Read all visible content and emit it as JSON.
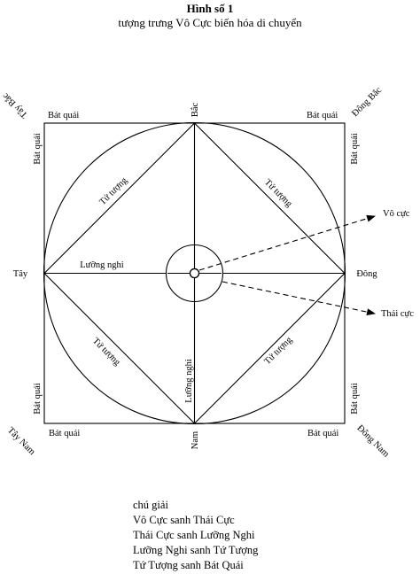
{
  "figure": {
    "title": "Hình số 1",
    "subtitle": "tượng trưng Vô Cực biến hóa di chuyển"
  },
  "diagram": {
    "directions": {
      "north": "Bắc",
      "south": "Nam",
      "east": "Đông",
      "west": "Tây",
      "northwest": "Tây Bắc",
      "northeast": "Đông Bắc",
      "southwest": "Tây Nam",
      "southeast": "Đông Nam"
    },
    "bat_quai": "Bát quái",
    "tu_tuong": "Tứ tượng",
    "luong_nghi": "Lưỡng nghi",
    "vo_cuc": "Vô cực",
    "thai_cuc": "Thái cực"
  },
  "legend": {
    "heading": "chú giải",
    "lines": [
      "Vô Cực sanh Thái Cực",
      "Thái Cực sanh Lưỡng Nghi",
      "Lưỡng Nghi sanh Tứ Tượng",
      "Tứ Tượng sanh Bát Quái"
    ]
  }
}
